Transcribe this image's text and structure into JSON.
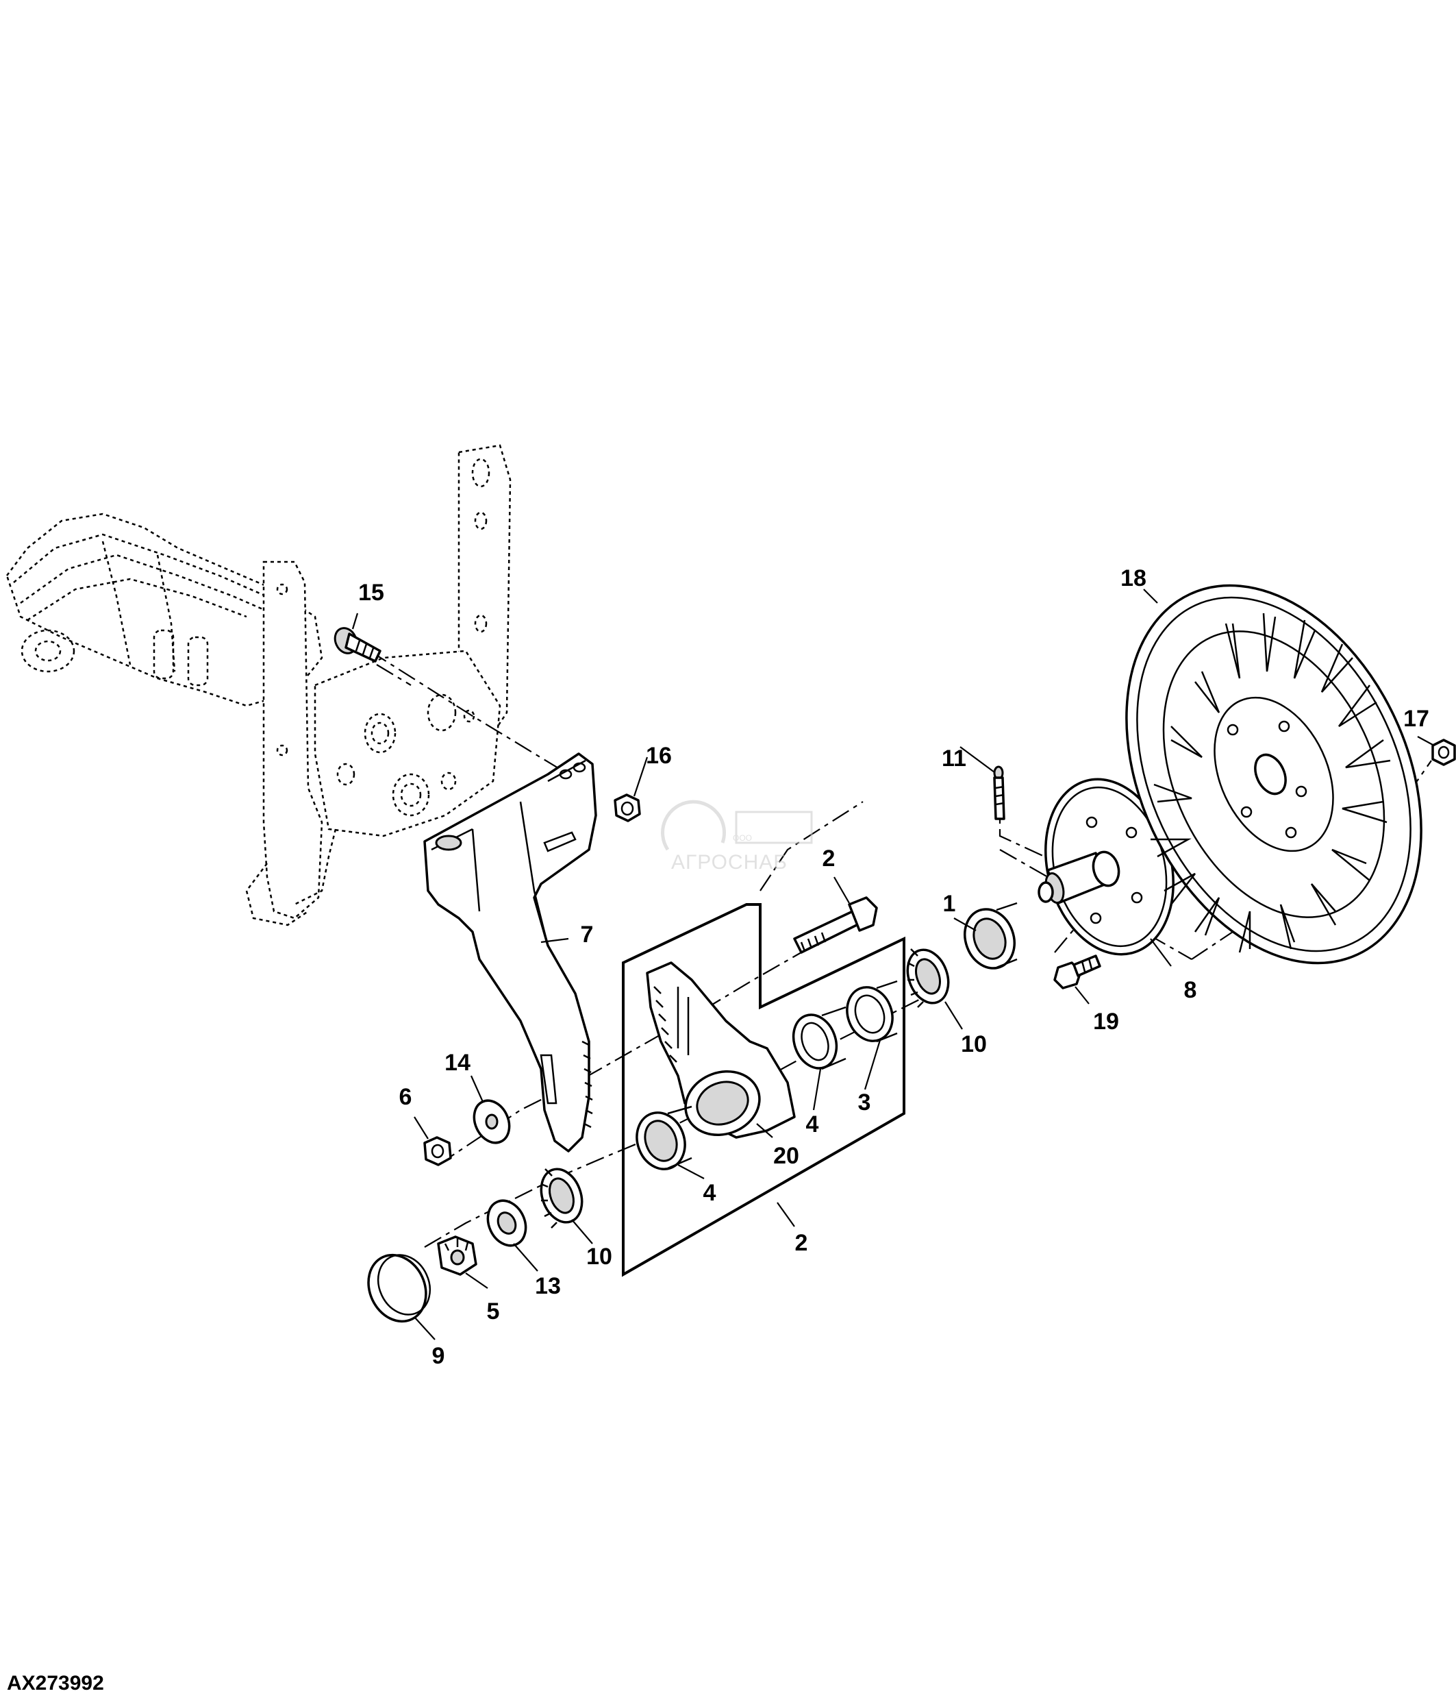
{
  "drawing": {
    "reference_code": "AX273992",
    "watermark_name": "АГРОСНАБ",
    "watermark_prefix": "ООО"
  },
  "callouts": [
    {
      "id": "c15",
      "label": "15"
    },
    {
      "id": "c16",
      "label": "16"
    },
    {
      "id": "c7",
      "label": "7"
    },
    {
      "id": "c2-bolt",
      "label": "2"
    },
    {
      "id": "c11",
      "label": "11"
    },
    {
      "id": "c1",
      "label": "1"
    },
    {
      "id": "c18",
      "label": "18"
    },
    {
      "id": "c17",
      "label": "17"
    },
    {
      "id": "c8",
      "label": "8"
    },
    {
      "id": "c19",
      "label": "19"
    },
    {
      "id": "c10-right",
      "label": "10"
    },
    {
      "id": "c3",
      "label": "3"
    },
    {
      "id": "c4-right",
      "label": "4"
    },
    {
      "id": "c20",
      "label": "20"
    },
    {
      "id": "c4-left",
      "label": "4"
    },
    {
      "id": "c2-kit",
      "label": "2"
    },
    {
      "id": "c14",
      "label": "14"
    },
    {
      "id": "c6",
      "label": "6"
    },
    {
      "id": "c10-left",
      "label": "10"
    },
    {
      "id": "c13",
      "label": "13"
    },
    {
      "id": "c5",
      "label": "5"
    },
    {
      "id": "c9",
      "label": "9"
    }
  ]
}
